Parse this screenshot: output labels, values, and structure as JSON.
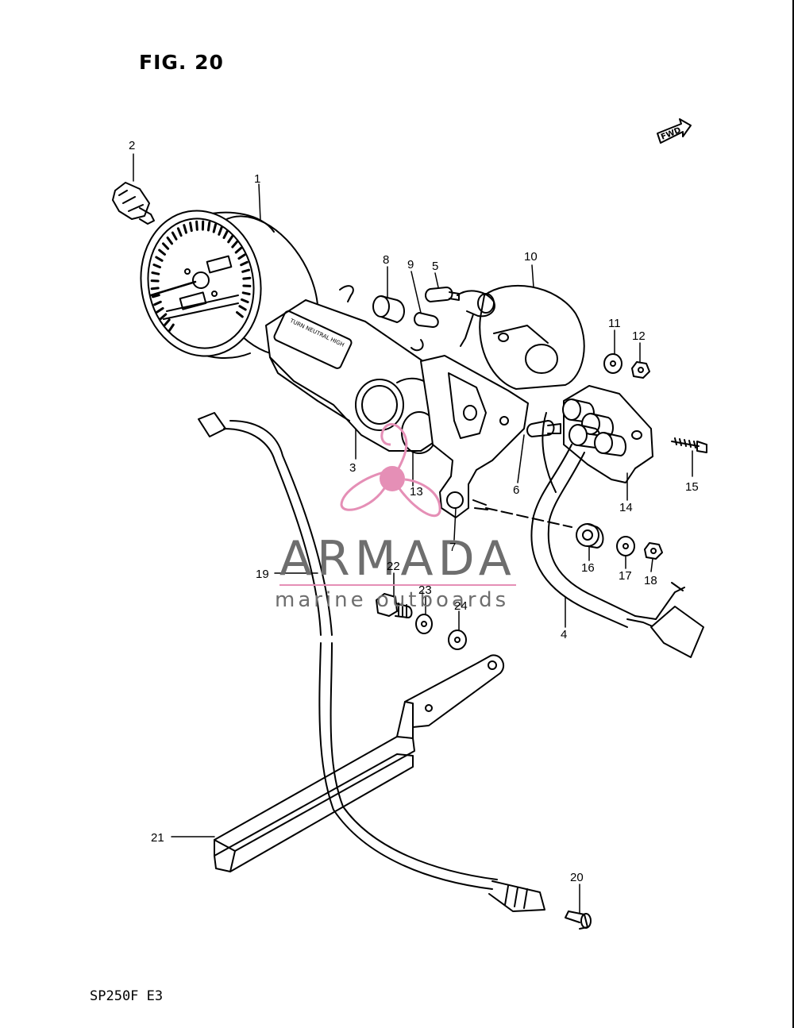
{
  "figure": {
    "title": "FIG. 20",
    "model": "SP250F  E3",
    "fwd_label": "FWD"
  },
  "watermark": {
    "brand": "ARMADA",
    "tagline": "marine outboards",
    "accent": "#e58fb6"
  },
  "callouts": [
    {
      "id": "1",
      "label": "1"
    },
    {
      "id": "2",
      "label": "2"
    },
    {
      "id": "3",
      "label": "3"
    },
    {
      "id": "4",
      "label": "4"
    },
    {
      "id": "5",
      "label": "5"
    },
    {
      "id": "6",
      "label": "6"
    },
    {
      "id": "7",
      "label": "7"
    },
    {
      "id": "8",
      "label": "8"
    },
    {
      "id": "9",
      "label": "9"
    },
    {
      "id": "10",
      "label": "10"
    },
    {
      "id": "11",
      "label": "11"
    },
    {
      "id": "12",
      "label": "12"
    },
    {
      "id": "13",
      "label": "13"
    },
    {
      "id": "14",
      "label": "14"
    },
    {
      "id": "15",
      "label": "15"
    },
    {
      "id": "16",
      "label": "16"
    },
    {
      "id": "17",
      "label": "17"
    },
    {
      "id": "18",
      "label": "18"
    },
    {
      "id": "19",
      "label": "19"
    },
    {
      "id": "20",
      "label": "20"
    },
    {
      "id": "21",
      "label": "21"
    },
    {
      "id": "22",
      "label": "22"
    },
    {
      "id": "23",
      "label": "23"
    },
    {
      "id": "24",
      "label": "24"
    }
  ],
  "indicator_panel": {
    "label": "TURN  NEUTRAL  HIGH"
  }
}
